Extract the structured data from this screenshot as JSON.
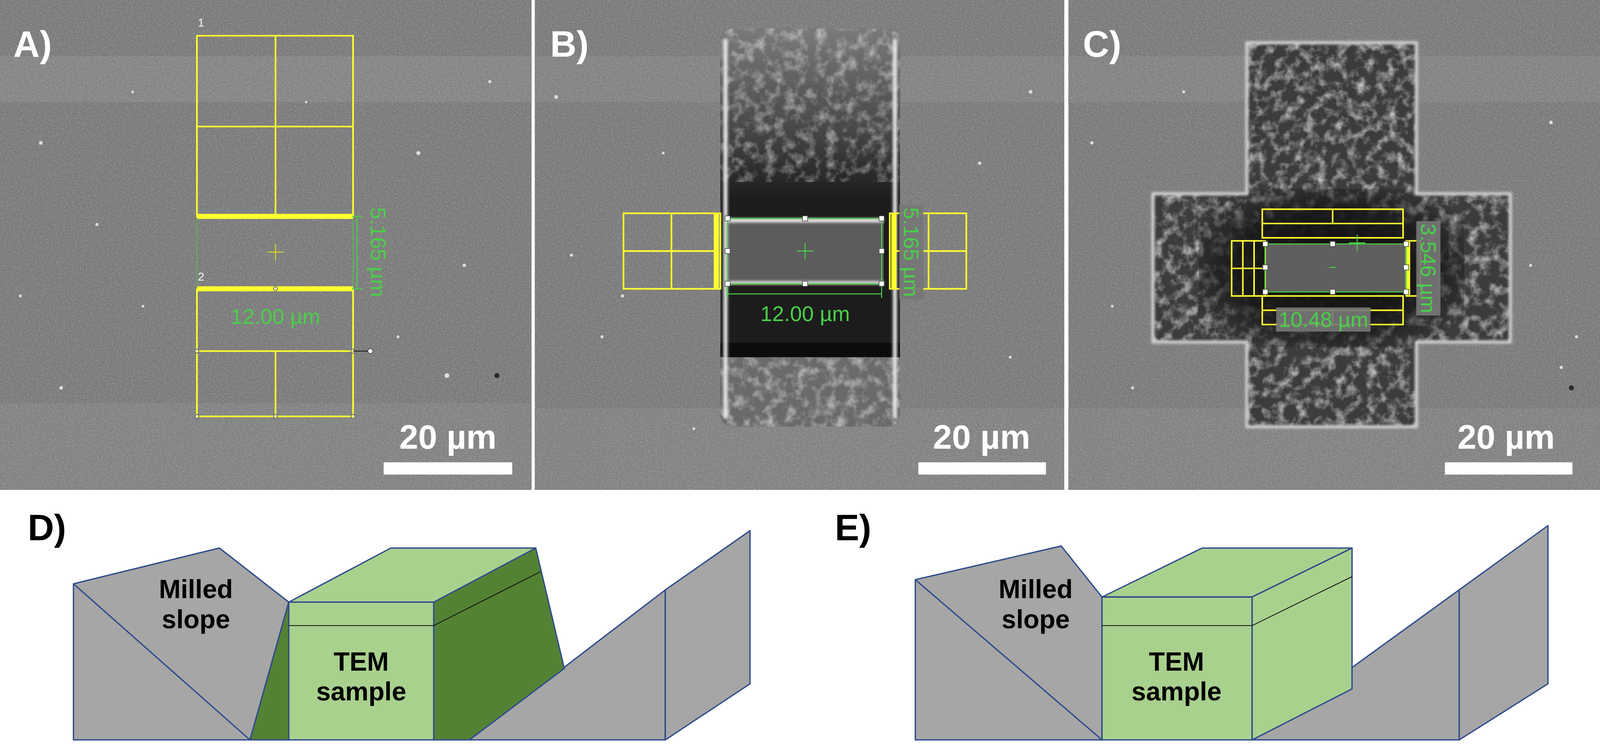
{
  "diagram": {
    "nodes": [
      {
        "text": [
          "Milled slope"
        ]
      },
      {
        "text": [
          "TEM sample"
        ]
      },
      {
        "text": [
          "Milled slope"
        ]
      },
      {
        "text": [
          "TEM sample"
        ]
      }
    ],
    "labels": [
      "A)",
      "1",
      "5.165 µm",
      "2",
      "12.00 µm",
      "20 µm",
      "B)",
      "5.165 µm",
      "12.00 µm",
      "20 µm",
      "C)",
      "3.546 µm",
      "10.48 µm",
      "20 µm",
      "D)",
      "E)"
    ]
  }
}
